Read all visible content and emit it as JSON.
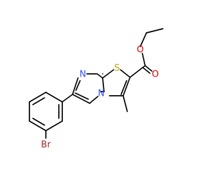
{
  "molecule": {
    "atoms": {
      "bromine": "Br",
      "sulfur": "S",
      "imine_nitrogen": "N",
      "bridgehead_nitrogen": "N",
      "carbonyl_oxygen": "O",
      "ester_oxygen": "O"
    }
  },
  "colors": {
    "bond": "#000000",
    "nitrogen": "#3050F8",
    "sulfur": "#C8A000",
    "oxygen": "#E00000",
    "bromine": "#A52A2A",
    "background": "#FFFFFF"
  }
}
